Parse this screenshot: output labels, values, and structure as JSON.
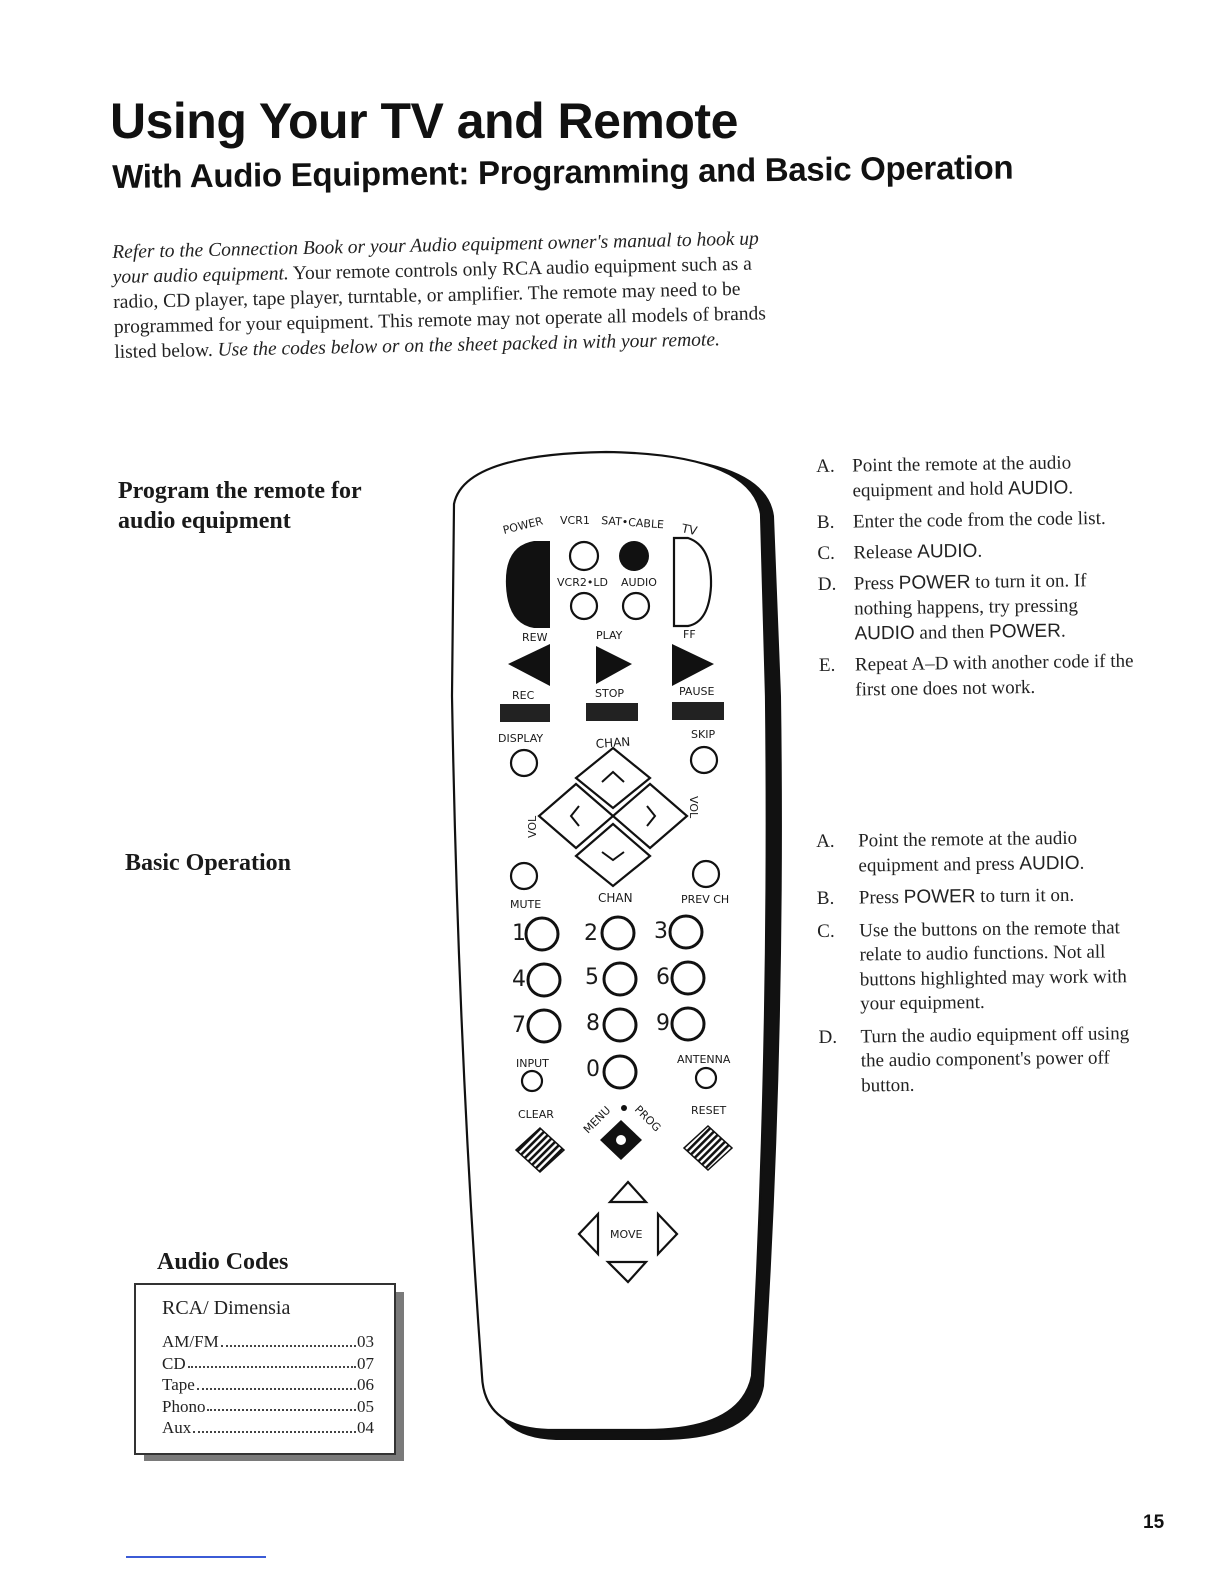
{
  "header": {
    "title": "Using Your TV and Remote",
    "subtitle": "With Audio Equipment:  Programming and Basic Operation"
  },
  "intro": {
    "italic_lead": "Refer to the Connection Book or your Audio equipment owner's manual to hook up your audio equipment.",
    "body": " Your remote controls only RCA audio equipment such as a radio, CD player, tape player, turntable, or amplifier.  The remote may need to be programmed for your equipment.  This remote may not operate all models of brands listed below. ",
    "italic_tail": "Use the codes below or on the sheet packed in with your remote."
  },
  "program_section": {
    "heading": "Program the remote for audio equipment",
    "steps": [
      {
        "letter": "A.",
        "parts": [
          "Point the remote at the audio equipment and hold ",
          "AUDIO",
          "."
        ]
      },
      {
        "letter": "B.",
        "parts": [
          "Enter the code from the code list.",
          "",
          ""
        ]
      },
      {
        "letter": "C.",
        "parts": [
          "Release ",
          "AUDIO",
          "."
        ]
      },
      {
        "letter": "D.",
        "parts": [
          "Press ",
          "POWER",
          " to turn it on.  If nothing happens, try pressing "
        ],
        "extra": [
          "AUDIO",
          " and then ",
          "POWER",
          "."
        ]
      },
      {
        "letter": "E.",
        "parts": [
          "Repeat A–D with another code if the first one does not work.",
          "",
          ""
        ]
      }
    ]
  },
  "basic_section": {
    "heading": "Basic Operation",
    "steps": [
      {
        "letter": "A.",
        "parts": [
          "Point the remote at the audio equipment and press ",
          "AUDIO",
          "."
        ]
      },
      {
        "letter": "B.",
        "parts": [
          "Press ",
          "POWER",
          " to turn it on."
        ]
      },
      {
        "letter": "C.",
        "parts": [
          "Use the buttons on the remote that relate to audio functions.  Not all buttons highlighted may work with your equipment.",
          "",
          ""
        ]
      },
      {
        "letter": "D.",
        "parts": [
          "Turn the audio equipment off using the audio component's power off button.",
          "",
          ""
        ]
      }
    ]
  },
  "audio_codes": {
    "heading": "Audio Codes",
    "brand": "RCA/ Dimensia",
    "items": [
      {
        "name": "AM/FM",
        "code": "03"
      },
      {
        "name": "CD",
        "code": "07"
      },
      {
        "name": "Tape",
        "code": "06"
      },
      {
        "name": "Phono",
        "code": "05"
      },
      {
        "name": "Aux",
        "code": "04"
      }
    ]
  },
  "remote": {
    "labels": {
      "power": "POWER",
      "vcr1": "VCR1",
      "sat_cable": "SAT•CABLE",
      "tv": "TV",
      "vcr2_ld": "VCR2•LD",
      "audio": "AUDIO",
      "rew": "REW",
      "play": "PLAY",
      "ff": "FF",
      "rec": "REC",
      "stop": "STOP",
      "pause": "PAUSE",
      "display": "DISPLAY",
      "chan": "CHAN",
      "skip": "SKIP",
      "vol": "VOL",
      "mute": "MUTE",
      "prev_ch": "PREV CH",
      "input": "INPUT",
      "antenna": "ANTENNA",
      "clear": "CLEAR",
      "menu": "MENU",
      "prog": "PROG",
      "reset": "RESET",
      "move": "MOVE"
    },
    "digits": [
      "1",
      "2",
      "3",
      "4",
      "5",
      "6",
      "7",
      "8",
      "9",
      "0"
    ]
  },
  "page_number": "15"
}
